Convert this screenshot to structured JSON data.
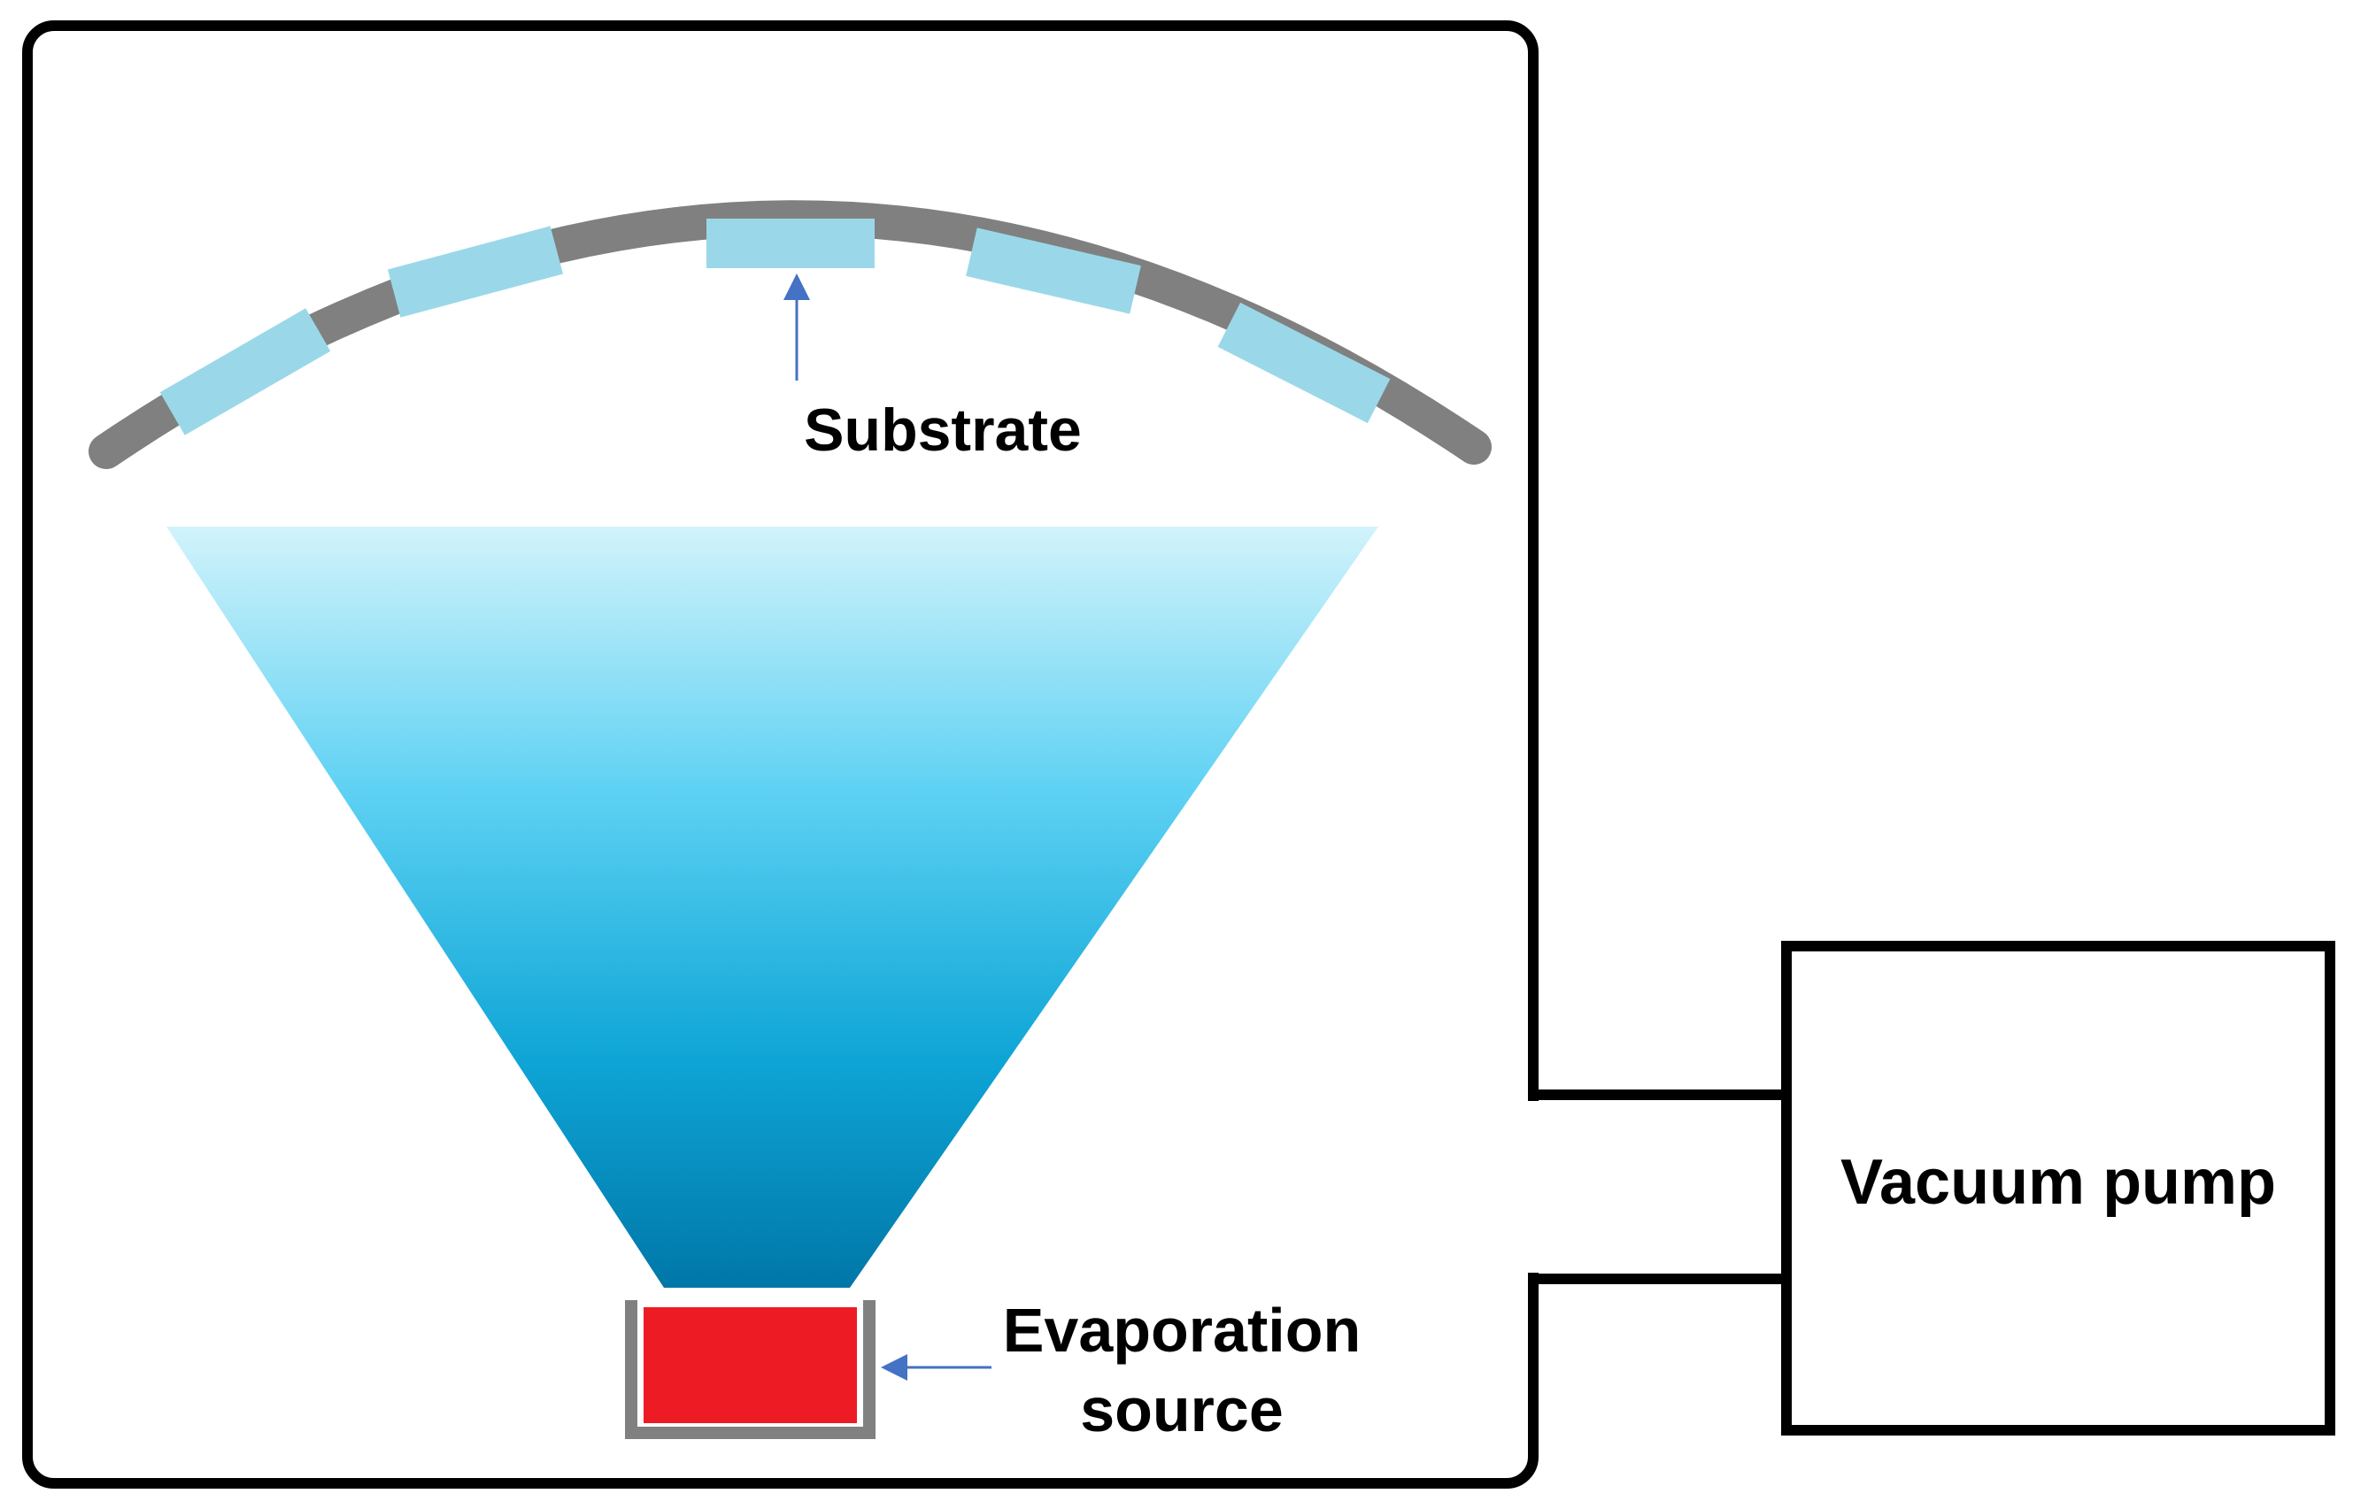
{
  "labels": {
    "substrate": "Substrate",
    "evaporation_source_line1": "Evaporation",
    "evaporation_source_line2": "source",
    "vacuum_pump": "Vacuum pump"
  },
  "colors": {
    "outline": "#000000",
    "holder": "#808080",
    "substrate": "#9AD8E9",
    "plume_top": "#D2F3FB",
    "plume_mid": "#5DD1F3",
    "plume_bottom": "#0077A8",
    "source": "#ED1C24",
    "crucible": "#808080",
    "arrow": "#4472C4"
  },
  "substrate_count": 5
}
